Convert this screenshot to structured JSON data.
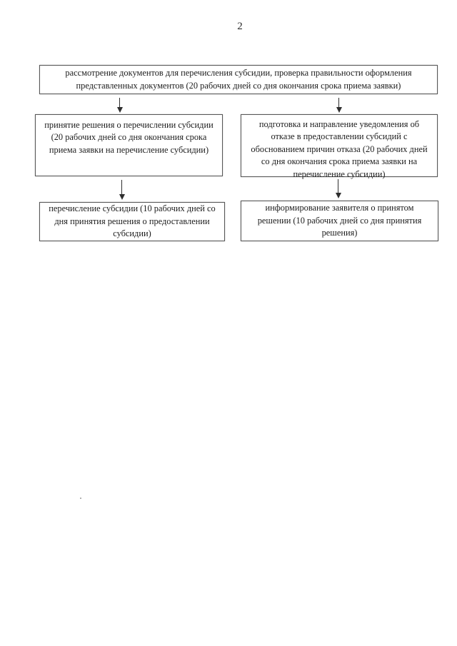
{
  "page": {
    "number": "2"
  },
  "colors": {
    "background": "#ffffff",
    "box_border": "#575757",
    "text": "#1d1d1d",
    "arrow": "#2e2e2e"
  },
  "flowchart": {
    "nodes": [
      {
        "id": "review-documents",
        "lines": [
          "рассмотрение документов для перечисления субсидии, проверка правильности оформления",
          "представленных документов (20 рабочих дней со дня окончания срока приема заявки)"
        ]
      },
      {
        "id": "decision-transfer",
        "lines": [
          "принятие решения о перечислении субсидии",
          "(20 рабочих дней со дня окончания срока",
          "приема заявки на перечисление субсидии)"
        ]
      },
      {
        "id": "refusal-notification",
        "lines": [
          "подготовка и направление уведомления об",
          "отказе в предоставлении субсидий с",
          "обоснованием причин отказа (20 рабочих дней",
          "со дня окончания срока приема заявки на",
          "перечисление субсидии)"
        ]
      },
      {
        "id": "transfer-subsidy",
        "lines": [
          "перечисление субсидии (10 рабочих дней со",
          "дня принятия решения о предоставлении",
          "субсидии)"
        ]
      },
      {
        "id": "inform-applicant",
        "lines": [
          "информирование заявителя о принятом",
          "решении (10 рабочих дней со дня принятия",
          "решения)"
        ]
      }
    ],
    "edges": [
      {
        "from": "review-documents",
        "to": "decision-transfer"
      },
      {
        "from": "review-documents",
        "to": "refusal-notification"
      },
      {
        "from": "decision-transfer",
        "to": "transfer-subsidy"
      },
      {
        "from": "refusal-notification",
        "to": "inform-applicant"
      }
    ]
  }
}
